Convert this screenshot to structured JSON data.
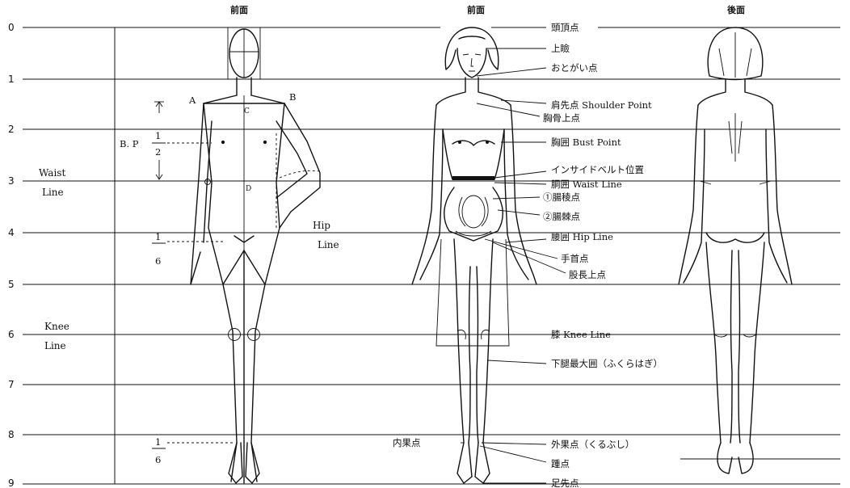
{
  "titles": {
    "front1": "前面",
    "front2": "前面",
    "back": "後面"
  },
  "scale": [
    "0",
    "1",
    "2",
    "3",
    "4",
    "5",
    "6",
    "7",
    "8",
    "9"
  ],
  "side_labels": {
    "waist": "Waist",
    "waist_line": "Line",
    "knee": "Knee",
    "knee_line": "Line",
    "hip": "Hip",
    "hip_line": "Line"
  },
  "proportion": {
    "bp": "B. P",
    "half_num": "1",
    "half_den": "2",
    "sixth1_num": "1",
    "sixth1_den": "6",
    "sixth2_num": "1",
    "sixth2_den": "6",
    "point_a": "A",
    "point_b": "B",
    "point_c": "C",
    "point_d": "D"
  },
  "landmarks": [
    "頭頂点",
    "上瞼",
    "おとがい点",
    "肩先点 Shoulder Point",
    "胸骨上点",
    "胸囲 Bust Point",
    "インサイドベルト位置",
    "胴囲  Waist Line",
    "①腸稜点",
    "②腸棘点",
    "腰囲 Hip Line",
    "手首点",
    "股長上点",
    "膝  Knee Line",
    "下腿最大囲（ふくらはぎ）",
    "内果点",
    "外果点（くるぶし）",
    "踵点",
    "足先点"
  ]
}
